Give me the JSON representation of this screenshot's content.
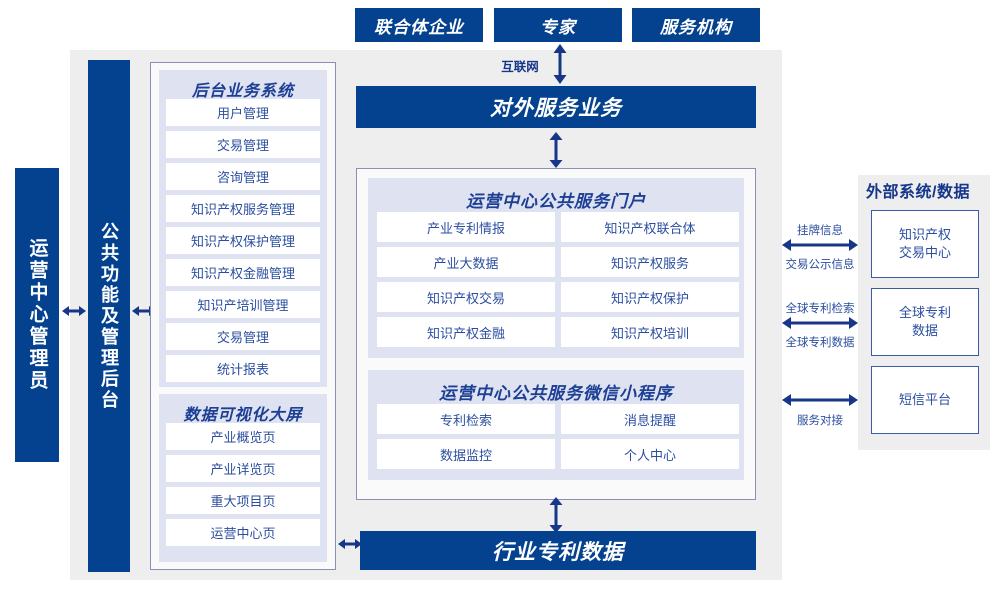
{
  "colors": {
    "brand_blue": "#04428f",
    "panel_gray": "#eeeeee",
    "panel_lavender": "#dfe3f1",
    "border_purple": "#8a8fb5",
    "text_blue": "#2b4ea0"
  },
  "top_actors": [
    {
      "label": "联合体企业"
    },
    {
      "label": "专家"
    },
    {
      "label": "服务机构"
    }
  ],
  "internet_label": "互联网",
  "external_service_bar": "对外服务业务",
  "industry_patent_bar": "行业专利数据",
  "left": {
    "admin_label": "运营中心管理员",
    "common_platform_label": "公共功能及管理后台"
  },
  "backend": {
    "title": "后台业务系统",
    "items": [
      "用户管理",
      "交易管理",
      "咨询管理",
      "知识产权服务管理",
      "知识产权保护管理",
      "知识产权金融管理",
      "知识产培训管理",
      "交易管理",
      "统计报表"
    ]
  },
  "dataviz": {
    "title": "数据可视化大屏",
    "items": [
      "产业概览页",
      "产业详览页",
      "重大项目页",
      "运营中心页"
    ]
  },
  "portal": {
    "title": "运营中心公共服务门户",
    "items": [
      "产业专利情报",
      "知识产权联合体",
      "产业大数据",
      "知识产权服务",
      "知识产权交易",
      "知识产权保护",
      "知识产权金融",
      "知识产权培训"
    ]
  },
  "miniprogram": {
    "title": "运营中心公共服务微信小程序",
    "items": [
      "专利检索",
      "消息提醒",
      "数据监控",
      "个人中心"
    ]
  },
  "external": {
    "title": "外部系统/数据",
    "boxes": [
      {
        "line1": "知识产权",
        "line2": "交易中心"
      },
      {
        "line1": "全球专利",
        "line2": "数据"
      },
      {
        "line1": "短信平台",
        "line2": ""
      }
    ],
    "connectors": [
      {
        "above": "挂牌信息",
        "below": "交易公示信息"
      },
      {
        "above": "全球专利检索",
        "below": "全球专利数据"
      },
      {
        "above": "",
        "below": "服务对接"
      }
    ]
  }
}
